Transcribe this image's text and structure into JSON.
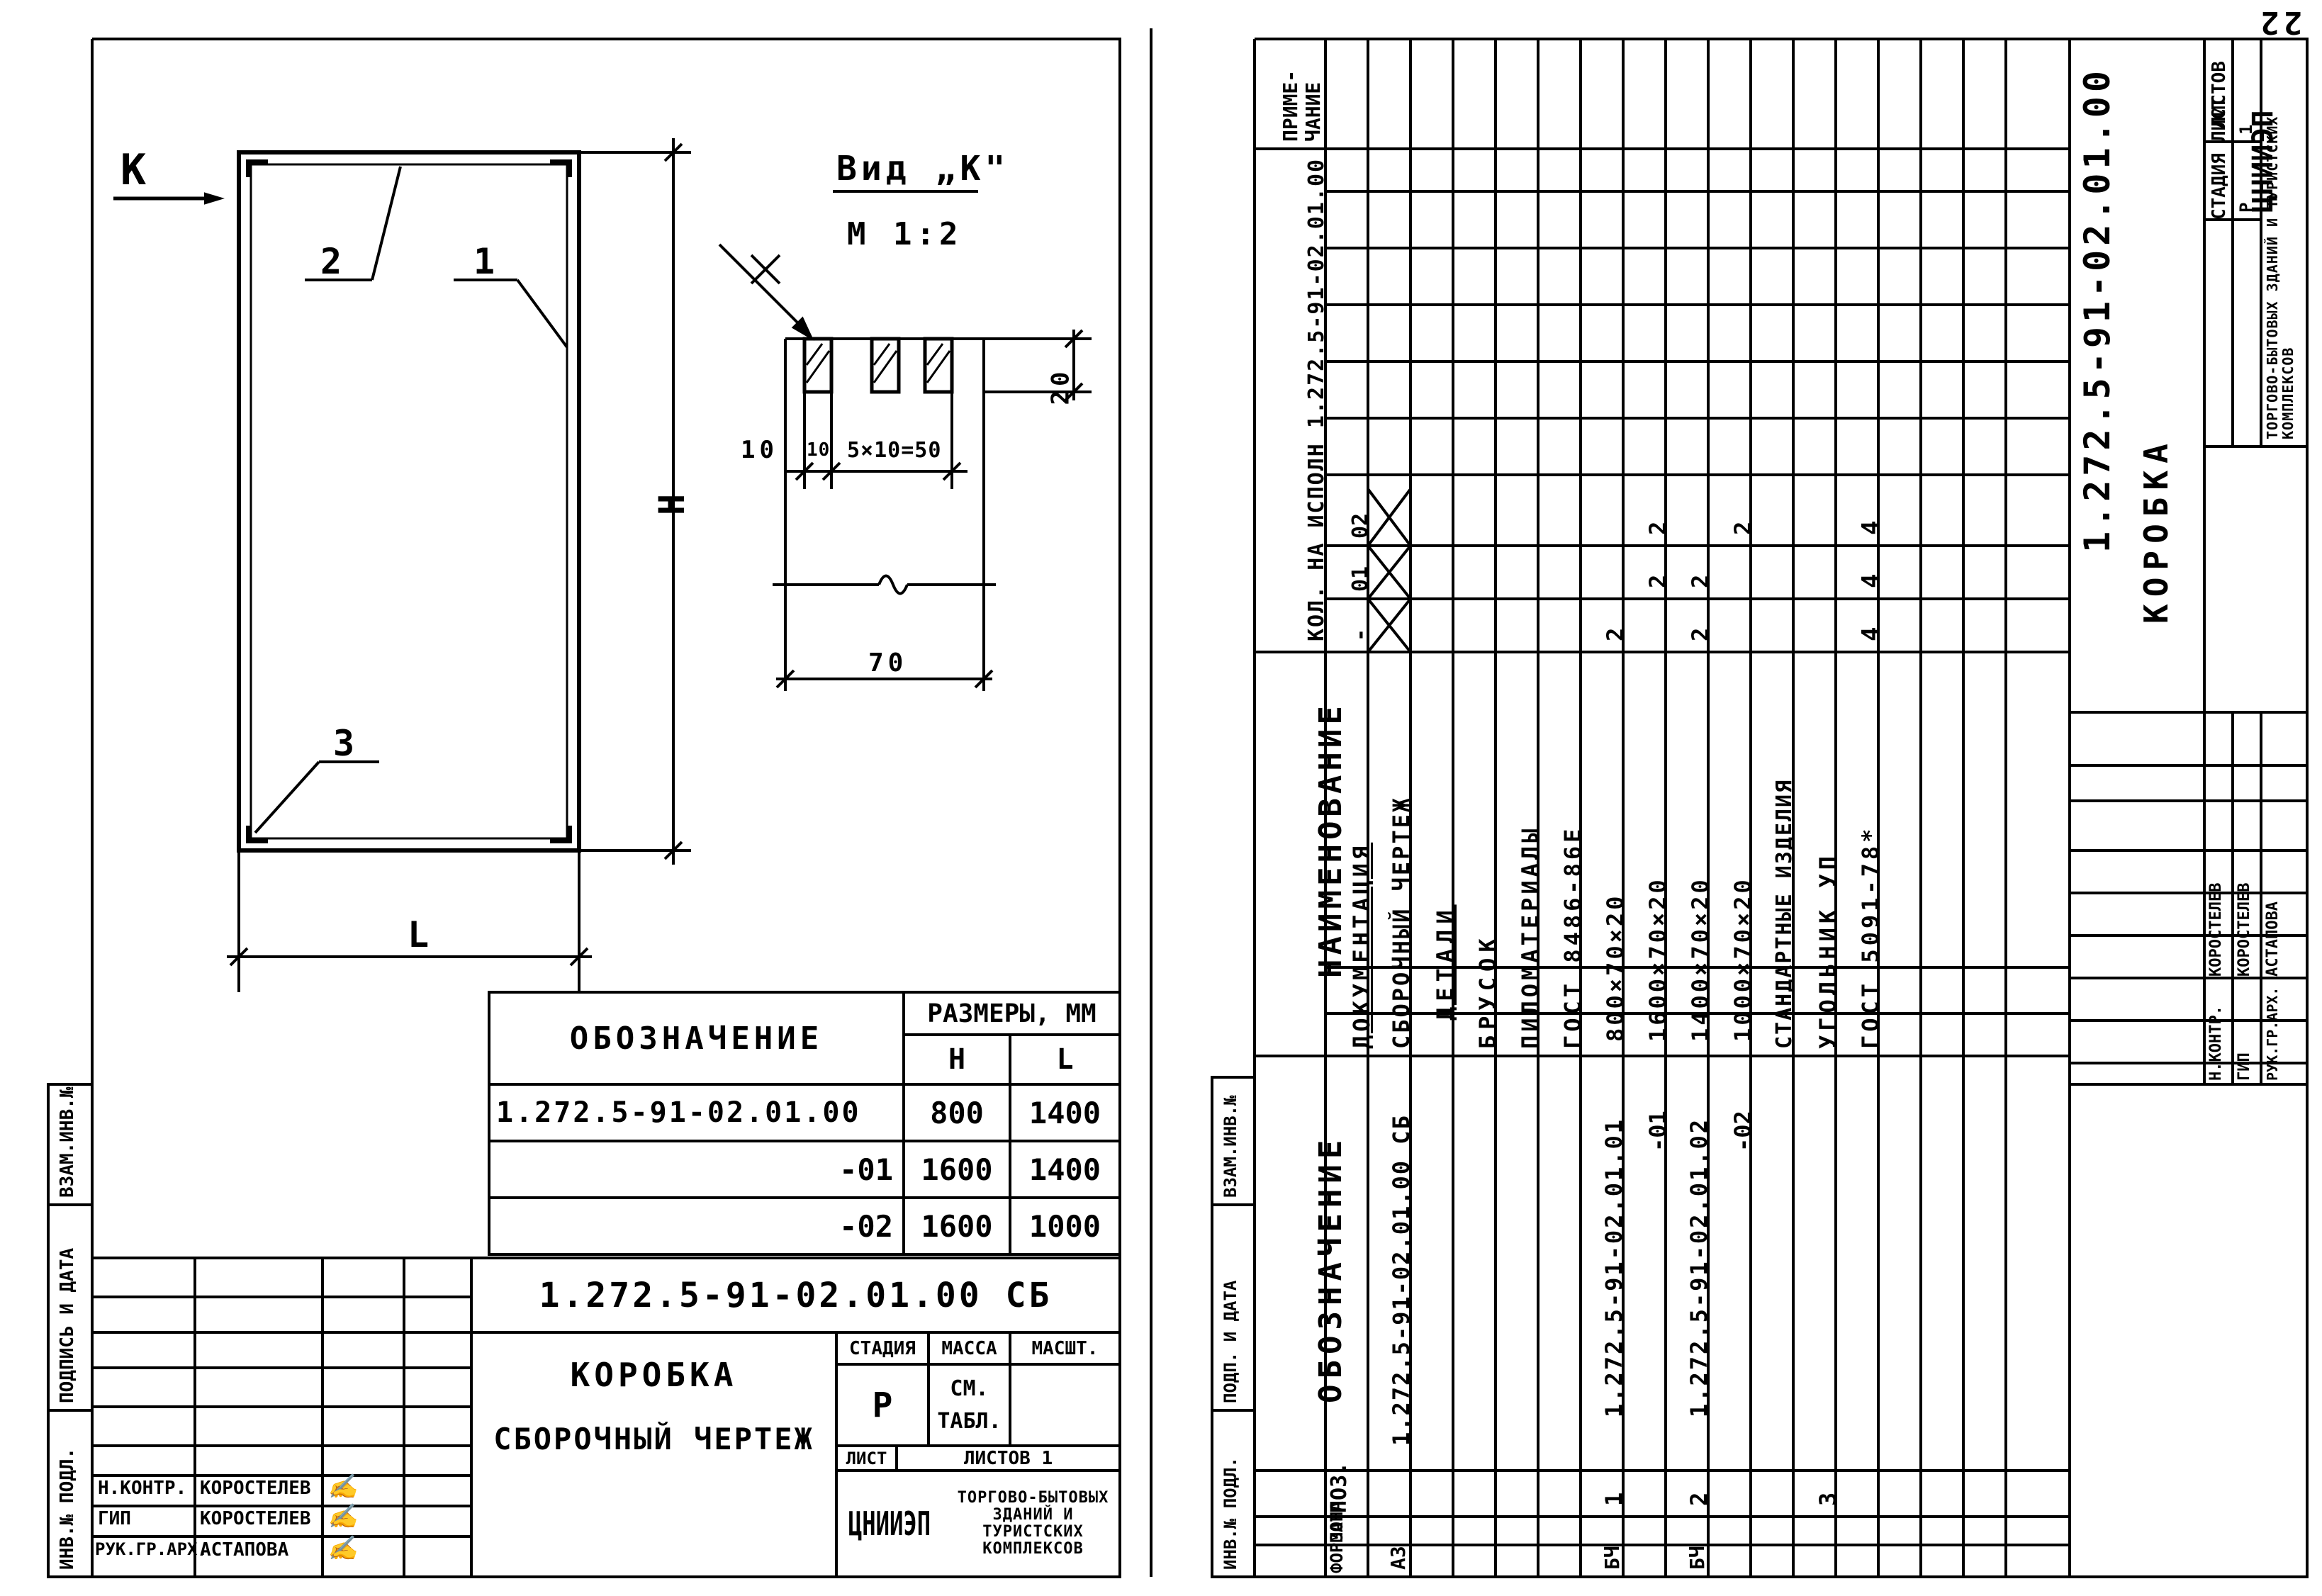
{
  "page_number": "22",
  "left_sheet": {
    "view_arrow_label": "К",
    "callouts": [
      "2",
      "1",
      "3"
    ],
    "dim_height": "H",
    "dim_length": "L",
    "section": {
      "title": "Вид „К\"",
      "scale": "М 1:2",
      "dim_20": "20",
      "dim_10": "10",
      "dim_10b": "10",
      "dim_5x10": "5×10=50",
      "dim_70": "70"
    },
    "sizes_table": {
      "col_designation": "ОБОЗНАЧЕНИЕ",
      "col_sizes": "РАЗМЕРЫ, ММ",
      "col_h": "Н",
      "col_l": "L",
      "rows": [
        {
          "designation": "1.272.5-91-02.01.00",
          "h": "800",
          "l": "1400"
        },
        {
          "designation": "-01",
          "h": "1600",
          "l": "1400"
        },
        {
          "designation": "-02",
          "h": "1600",
          "l": "1000"
        }
      ]
    },
    "title_block": {
      "code": "1.272.5-91-02.01.00 СБ",
      "name_line1": "КОРОБКА",
      "name_line2": "СБОРОЧНЫЙ ЧЕРТЕЖ",
      "stage_label": "СТАДИЯ",
      "mass_label": "МАССА",
      "scale_label": "МАСШТ.",
      "stage_value": "Р",
      "mass_value": "СМ. ТАБЛ.",
      "sheet_label": "ЛИСТ",
      "sheets_label": "ЛИСТОВ 1",
      "org_logo": "ЦНИИЭП",
      "org_text": "ТОРГОВО-БЫТОВЫХ ЗДАНИЙ И ТУРИСТСКИХ КОМПЛЕКСОВ",
      "signers": [
        {
          "role": "Н.КОНТР.",
          "name": "КОРОСТЕЛЕВ"
        },
        {
          "role": "ГИП",
          "name": "КОРОСТЕЛЕВ"
        },
        {
          "role": "РУК.ГР.АРХ.",
          "name": "АСТАПОВА"
        }
      ]
    },
    "stamp_labels": [
      "ИНВ.№ ПОДЛ.",
      "ПОДПИСЬ И ДАТА",
      "ВЗАМ.ИНВ.№"
    ]
  },
  "right_sheet": {
    "headers": {
      "format": "ФОРМАТ",
      "zone": "ЗОНА",
      "pos": "ПОЗ.",
      "designation": "ОБОЗНАЧЕНИЕ",
      "name": "НАИМЕНОВАНИЕ",
      "qty": "КОЛ. НА ИСПОЛН 1.272.5-91-02.01.00",
      "qty_cols": [
        "-",
        "01",
        "02"
      ],
      "note": "ПРИМЕ-ЧАНИЕ"
    },
    "rows": [
      {
        "format": "",
        "pos": "",
        "designation": "",
        "name": "ДОКУМЕНТАЦИЯ",
        "q": [
          "",
          "",
          ""
        ]
      },
      {
        "format": "А3",
        "pos": "",
        "designation": "1.272.5-91-02.01.00 СБ",
        "name": "СБОРОЧНЫЙ ЧЕРТЕЖ",
        "q": [
          "",
          "",
          ""
        ]
      },
      {
        "format": "",
        "pos": "",
        "designation": "",
        "name": "ДЕТАЛИ",
        "q": [
          "",
          "",
          ""
        ]
      },
      {
        "format": "",
        "pos": "",
        "designation": "",
        "name": "БРУСОК",
        "q": [
          "",
          "",
          ""
        ]
      },
      {
        "format": "",
        "pos": "",
        "designation": "",
        "name": "ПИЛОМАТЕРИАЛЫ",
        "q": [
          "",
          "",
          ""
        ]
      },
      {
        "format": "",
        "pos": "",
        "designation": "",
        "name": "ГОСТ 8486-86Е",
        "q": [
          "",
          "",
          ""
        ]
      },
      {
        "format": "БЧ",
        "pos": "1",
        "designation": "1.272.5-91-02.01.01",
        "name": "800×70×20",
        "q": [
          "2",
          "",
          ""
        ]
      },
      {
        "format": "",
        "pos": "",
        "designation": "-01",
        "name": "1600×70×20",
        "q": [
          "",
          "2",
          "2"
        ]
      },
      {
        "format": "БЧ",
        "pos": "2",
        "designation": "1.272.5-91-02.01.02",
        "name": "1400×70×20",
        "q": [
          "2",
          "2",
          ""
        ]
      },
      {
        "format": "",
        "pos": "",
        "designation": "-02",
        "name": "1000×70×20",
        "q": [
          "",
          "",
          "2"
        ]
      },
      {
        "format": "",
        "pos": "",
        "designation": "",
        "name": "СТАНДАРТНЫЕ ИЗДЕЛИЯ",
        "q": [
          "",
          "",
          ""
        ]
      },
      {
        "format": "",
        "pos": "3",
        "designation": "",
        "name": "УГОЛЬНИК УП",
        "q": [
          "",
          "",
          ""
        ]
      },
      {
        "format": "",
        "pos": "",
        "designation": "",
        "name": "ГОСТ 5091-78*",
        "q": [
          "4",
          "4",
          "4"
        ]
      }
    ],
    "title_block": {
      "code": "1.272.5-91-02.01.00",
      "name": "КОРОБКА",
      "stage_label": "СТАДИЯ",
      "sheet_label": "ЛИСТ",
      "sheets_label": "ЛИСТОВ",
      "stage_value": "Р",
      "sheet_value": "1",
      "org_logo": "ЦНИИЭП",
      "org_text": "ТОРГОВО-БЫТОВЫХ ЗДАНИЙ И ТУРИСТСКИХ КОМПЛЕКСОВ",
      "signers": [
        {
          "role": "Н.КОНТР.",
          "name": "КОРОСТЕЛЕВ"
        },
        {
          "role": "ГИП",
          "name": "КОРОСТЕЛЕВ"
        },
        {
          "role": "РУК.ГР.АРХ.",
          "name": "АСТАПОВА"
        }
      ]
    },
    "stamp_labels": [
      "ИНВ.№ ПОДЛ.",
      "ПОДП. И ДАТА",
      "ВЗАМ.ИНВ.№"
    ]
  }
}
